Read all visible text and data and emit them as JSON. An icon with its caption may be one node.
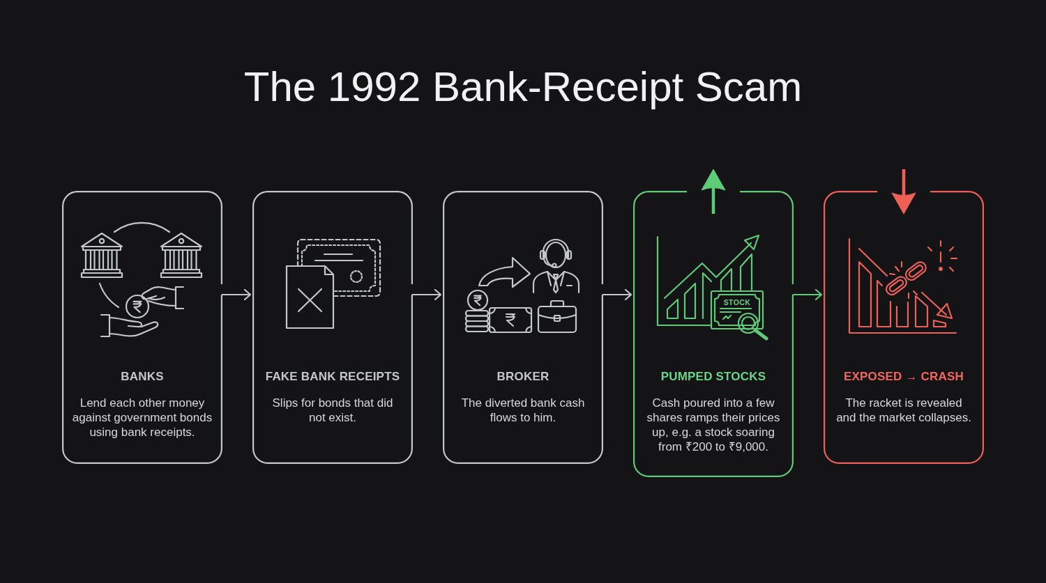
{
  "diagram": {
    "title": "The 1992 Bank-Receipt Scam",
    "nodes": [
      {
        "text": [
          "BANKS",
          "Lend each other money against government bonds using bank receipts."
        ]
      },
      {
        "text": [
          "FAKE BANK RECEIPTS",
          "Slips for bonds that did not exist."
        ]
      },
      {
        "text": [
          "BROKER",
          "The diverted bank cash flows to him."
        ]
      },
      {
        "text": [
          "PUMPED STOCKS",
          "Cash poured into a few shares ramps their prices up, e.g. a stock soaring from ₹200 to ₹9,000."
        ]
      },
      {
        "text": [
          "EXPOSED → CRASH",
          "The racket is revealed and the market collapses."
        ]
      }
    ],
    "edges": [
      {
        "from": 0,
        "to": 1,
        "arrow": "to"
      },
      {
        "from": 1,
        "to": 2,
        "arrow": "to"
      },
      {
        "from": 2,
        "to": 3,
        "arrow": "to"
      },
      {
        "from": 3,
        "to": 4,
        "arrow": "to",
        "color": "#5ecb78"
      }
    ],
    "labels": [
      "STOCK"
    ]
  }
}
